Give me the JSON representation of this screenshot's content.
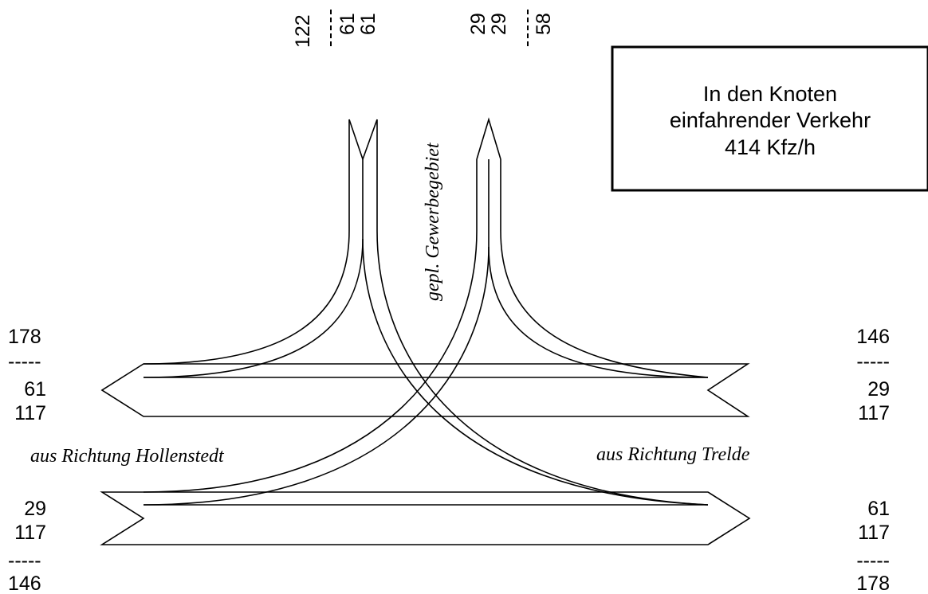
{
  "info_box": {
    "line1": "In den Knoten",
    "line2": "einfahrender Verkehr",
    "line3": "414 Kfz/h"
  },
  "labels": {
    "north": "gepl. Gewerbegebiet",
    "west": "aus Richtung Hollenstedt",
    "east": "aus Richtung Trelde"
  },
  "north_counts": {
    "exit_total": "122",
    "exit_a": "61",
    "exit_b": "61",
    "entry_a": "29",
    "entry_b": "29",
    "entry_total": "58"
  },
  "west_counts": {
    "upper_total": "178",
    "upper_sep": "-----",
    "upper_a": "61",
    "upper_b": "117",
    "lower_a": "29",
    "lower_b": "117",
    "lower_sep": "-----",
    "lower_total": "146"
  },
  "east_counts": {
    "upper_total": "146",
    "upper_sep": "-----",
    "upper_a": "29",
    "upper_b": "117",
    "lower_a": "61",
    "lower_b": "117",
    "lower_sep": "-----",
    "lower_total": "178"
  }
}
